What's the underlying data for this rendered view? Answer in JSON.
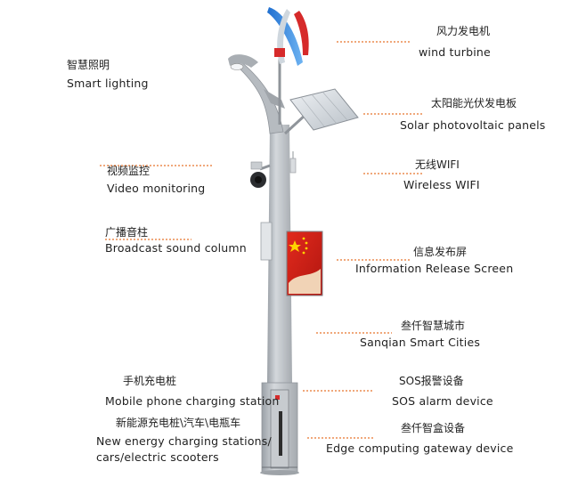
{
  "left_labels": [
    {
      "zh": "智慧照明",
      "en": "Smart lighting"
    },
    {
      "zh": "视频监控",
      "en": "Video monitoring"
    },
    {
      "zh": "广播音柱",
      "en": "Broadcast sound column"
    },
    {
      "zh": "手机充电桩",
      "en": "Mobile phone charging station"
    },
    {
      "zh": "新能源充电桩\\汽车\\电瓶车",
      "en_line1": "New energy charging stations/",
      "en_line2": "cars/electric scooters"
    }
  ],
  "right_labels": [
    {
      "zh": "风力发电机",
      "en": "wind turbine"
    },
    {
      "zh": "太阳能光伏发电板",
      "en": "Solar photovoltaic panels"
    },
    {
      "zh": "无线WIFI",
      "en": "Wireless WIFI"
    },
    {
      "zh": "信息发布屏",
      "en": "Information Release Screen"
    },
    {
      "zh": "叁仟智慧城市",
      "en": "Sanqian Smart Cities"
    },
    {
      "zh": "SOS报警设备",
      "en": "SOS alarm device"
    },
    {
      "zh": "叁仟智盒设备",
      "en": "Edge computing gateway device"
    }
  ],
  "colors": {
    "leader": "#e8742c",
    "pole": "#b9bdc2",
    "pole_shadow": "#8f949a",
    "turbine_blue": "#2f7fd6",
    "turbine_red": "#d62a2a",
    "flag_red": "#d6221a",
    "flag_star": "#ffd400"
  }
}
